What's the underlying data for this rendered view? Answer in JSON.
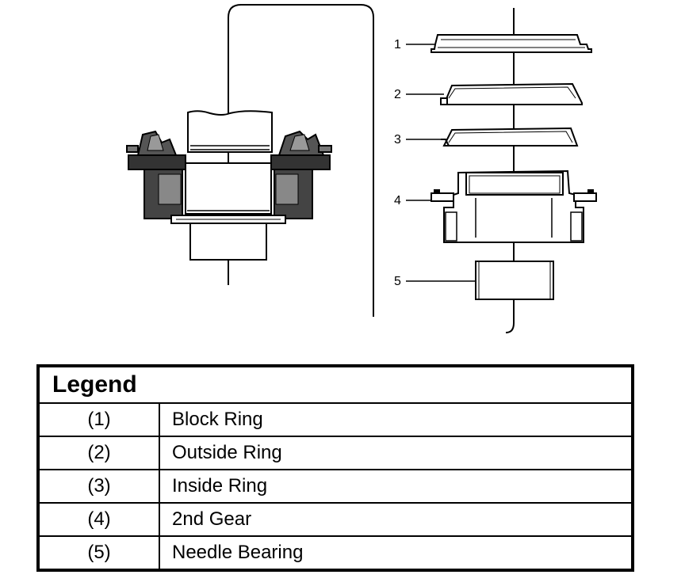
{
  "diagram": {
    "callouts": [
      {
        "number": "1"
      },
      {
        "number": "2"
      },
      {
        "number": "3"
      },
      {
        "number": "4"
      },
      {
        "number": "5"
      }
    ]
  },
  "legend": {
    "title": "Legend",
    "rows": [
      {
        "number": "(1)",
        "label": "Block Ring"
      },
      {
        "number": "(2)",
        "label": "Outside Ring"
      },
      {
        "number": "(3)",
        "label": "Inside Ring"
      },
      {
        "number": "(4)",
        "label": "2nd Gear"
      },
      {
        "number": "(5)",
        "label": "Needle Bearing"
      }
    ]
  }
}
